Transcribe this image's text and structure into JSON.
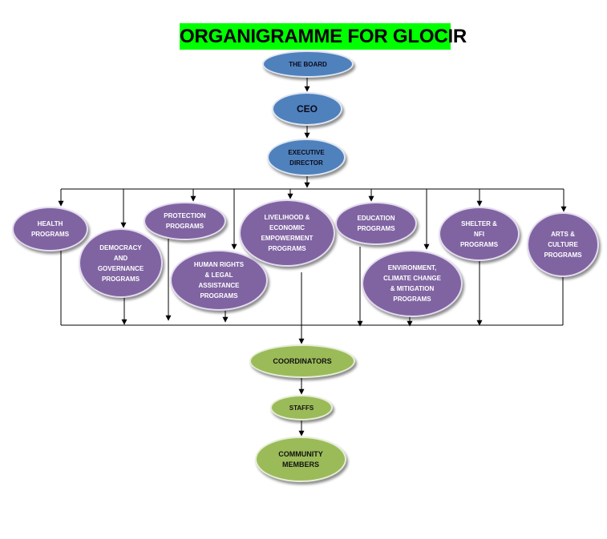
{
  "title": "ORGANIGRAMME FOR GLOCIR",
  "colors": {
    "title_bg": "#00ff00",
    "level_blue": "#4f81bd",
    "program_purple": "#8064a2",
    "field_green": "#9bbb59"
  },
  "nodes": {
    "board": "THE BOARD",
    "ceo": "CEO",
    "executive_director": "EXECUTIVE\nDIRECTOR",
    "health": "HEALTH\nPROGRAMS",
    "democracy": "DEMOCRACY\nAND\nGOVERNANCE\nPROGRAMS",
    "protection": "PROTECTION\nPROGRAMS",
    "human_rights": "HUMAN RIGHTS\n& LEGAL\nASSISTANCE\nPROGRAMS",
    "livelihood": "LIVELIHOOD &\nECONOMIC\nEMPOWERMENT\nPROGRAMS",
    "education": "EDUCATION\nPROGRAMS",
    "environment": "ENVIRONMENT,\nCLIMATE CHANGE\n& MITIGATION\nPROGRAMS",
    "shelter": "SHELTER &\nNFI\nPROGRAMS",
    "arts": "ARTS &\nCULTURE\nPROGRAMS",
    "coordinators": "COORDINATORS",
    "staffs": "STAFFS",
    "community": "COMMUNITY\nMEMBERS"
  }
}
